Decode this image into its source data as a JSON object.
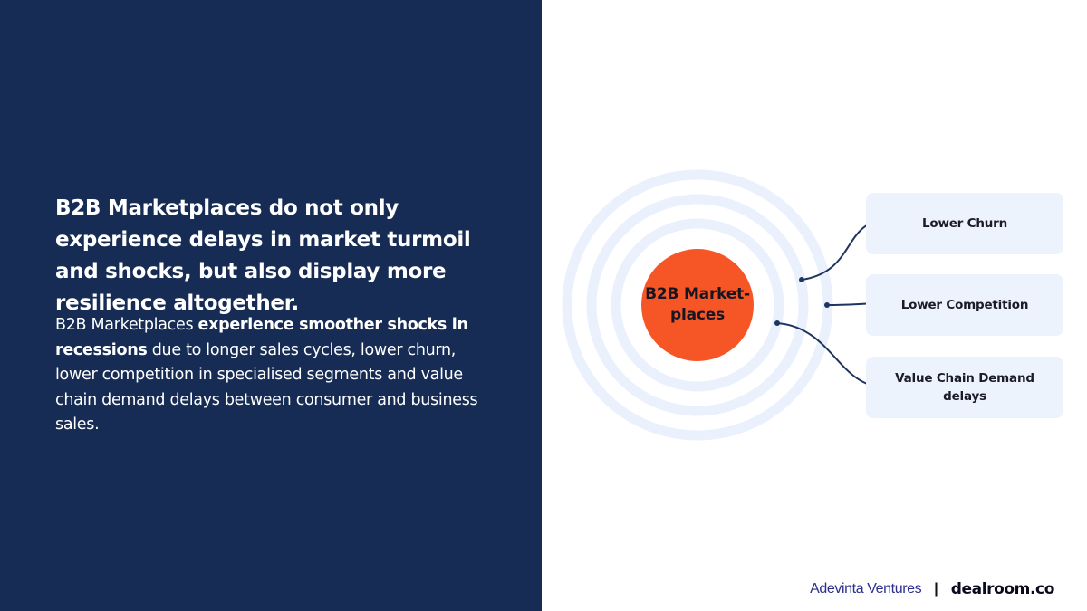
{
  "headline": "B2B Marketplaces do not only experience delays in market turmoil and shocks, but also display more resilience altogether.",
  "body": {
    "part1": "B2B Marketplaces ",
    "part2_bold": "experience smoother shocks in recessions",
    "part3": " due to longer sales cycles, lower churn, lower competition in specialised segments and value chain demand delays between consumer and business sales."
  },
  "diagram": {
    "center_label": "B2B Market-places",
    "center_color": "#f65526",
    "ring_color": "#eaf1fd",
    "boxes": [
      {
        "label": "Lower Churn"
      },
      {
        "label": "Lower Competition"
      },
      {
        "label": "Value Chain Demand delays"
      }
    ]
  },
  "footer": {
    "left_text": "",
    "brand_left": "Adevinta Ventures",
    "separator": "|",
    "brand_right": "dealroom.co"
  },
  "colors": {
    "panel_bg": "#162c54",
    "connector": "#1e3461"
  }
}
